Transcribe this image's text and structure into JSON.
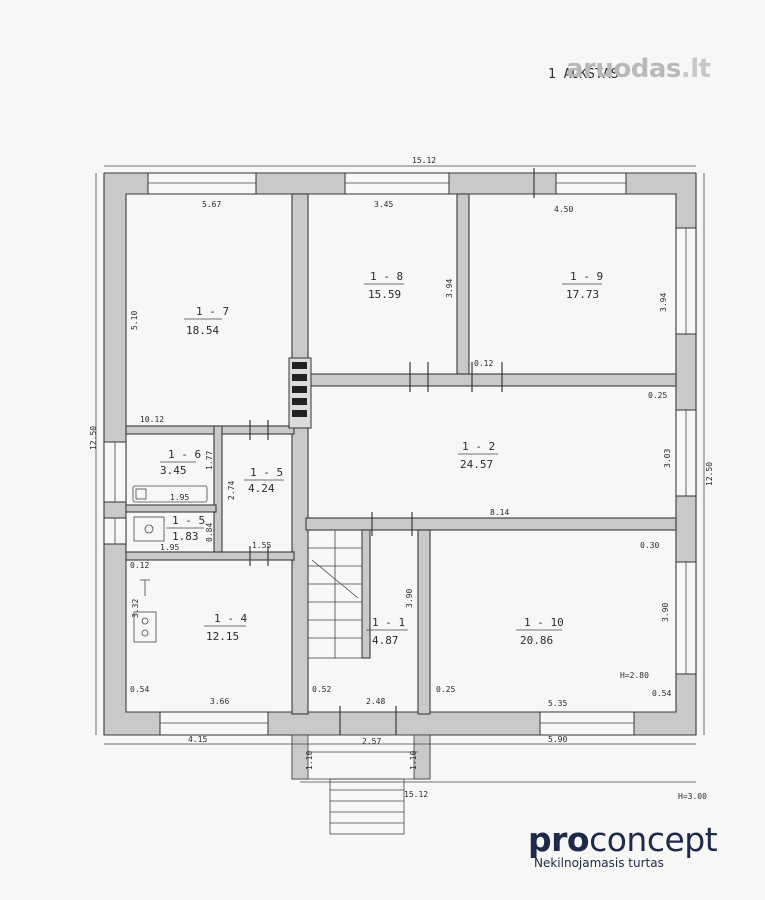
{
  "floor_title": "1 AUKŠTAS",
  "watermark": {
    "main": "aruodas",
    "tld": ".lt"
  },
  "brand": {
    "logo_pro": "pro",
    "logo_rest": "concept",
    "tagline": "Nekilnojamasis turtas"
  },
  "rooms": {
    "r17": {
      "id": "1 - 7",
      "area": "18.54"
    },
    "r18": {
      "id": "1 - 8",
      "area": "15.59"
    },
    "r19": {
      "id": "1 - 9",
      "area": "17.73"
    },
    "r12": {
      "id": "1 - 2",
      "area": "24.57"
    },
    "r16": {
      "id": "1 - 6",
      "area": "3.45"
    },
    "r15a": {
      "id": "1 - 5",
      "area": "4.24"
    },
    "r15b": {
      "id": "1 - 5",
      "area": "1.83"
    },
    "r14": {
      "id": "1 - 4",
      "area": "12.15"
    },
    "r11": {
      "id": "1 - 1",
      "area": "4.87"
    },
    "r110": {
      "id": "1 - 10",
      "area": "20.86"
    }
  },
  "dims": {
    "top_total": "15.12",
    "bottom_total": "15.12",
    "left_total": "12.50",
    "right_total": "12.50",
    "r17_w": "5.67",
    "r17_h": "5.10",
    "r17_corner": "10.12",
    "r18_w": "3.45",
    "r18_h": "3.94",
    "r19_w": "4.50",
    "r19_h": "3.94",
    "r19_corner": "0.12",
    "r12_h": "3.03",
    "r12_w": "8.14",
    "r12_corner": "0.25",
    "r16_h": "1.77",
    "r16_w": "1.95",
    "r15a_h": "2.74",
    "r15a_w": "1.55",
    "r15b_h": "0.84",
    "r15b_w": "1.95",
    "r14_corner": "0.12",
    "r14_h": "3.32",
    "r14_w": "3.66",
    "r14_c2": "0.54",
    "r11_h": "3.90",
    "r11_w": "2.48",
    "r11_c": "0.52",
    "r110_h": "3.90",
    "r110_w": "5.35",
    "r110_c1": "0.30",
    "r110_c2": "0.25",
    "r110_c3": "0.54",
    "height_room": "H=2.80",
    "bot_left": "4.15",
    "vest_w": "2.57",
    "vest_h1": "1.10",
    "vest_h2": "1.10",
    "bot_right": "5.90",
    "height_total": "H=3.00"
  }
}
